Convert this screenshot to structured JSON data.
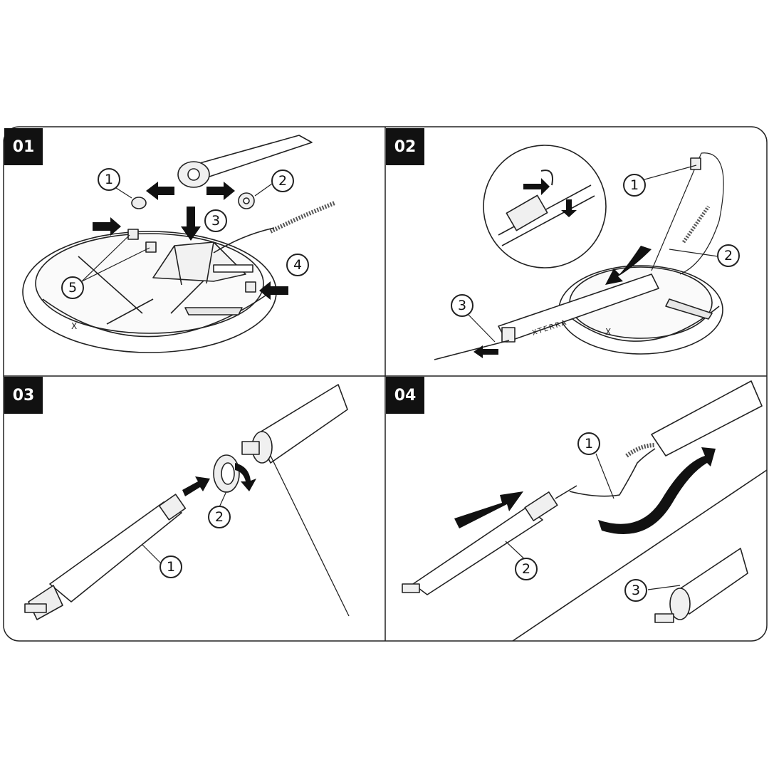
{
  "panels": [
    {
      "tag": "01",
      "callouts": [
        "1",
        "2",
        "3",
        "4",
        "5"
      ]
    },
    {
      "tag": "02",
      "callouts": [
        "1",
        "2",
        "3"
      ],
      "shaft_print": "XTERRA"
    },
    {
      "tag": "03",
      "callouts": [
        "1",
        "2"
      ]
    },
    {
      "tag": "04",
      "callouts": [
        "1",
        "2",
        "3"
      ]
    }
  ],
  "colors": {
    "line": "#222222",
    "arrow": "#111111",
    "fill": "#ffffff",
    "shade": "#e6e6e6"
  }
}
